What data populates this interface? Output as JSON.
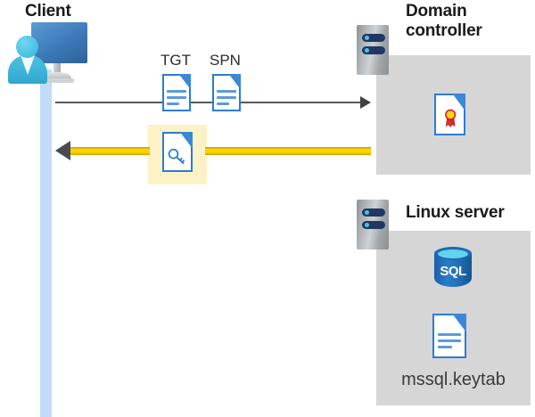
{
  "diagram": {
    "title_client": "Client",
    "title_domain_controller": "Domain controller",
    "title_linux_server": "Linux server",
    "colors": {
      "panel_gray": "#d6d6d6",
      "lifeline_blue": "#c2dcfa",
      "highlight_yellow": "#fdf2c6",
      "arrow_yellow": "#ffd400",
      "arrow_gray": "#58595b",
      "doc_blue": "#2b7cd3"
    }
  },
  "client": {
    "label": "Client",
    "icon": "user-workstation-icon"
  },
  "messages": {
    "request": {
      "direction": "client-to-domain-controller",
      "arrow": "gray-arrow-right",
      "artifacts": [
        {
          "label": "TGT",
          "icon": "document-icon"
        },
        {
          "label": "SPN",
          "icon": "document-icon"
        }
      ]
    },
    "response": {
      "direction": "domain-controller-to-client",
      "arrow": "yellow-arrow-left",
      "artifact": {
        "label": "",
        "icon": "key-document-icon",
        "highlighted": true
      }
    }
  },
  "domain_controller": {
    "title": "Domain controller",
    "server_icon": "server-rack-icon",
    "contents": [
      {
        "icon": "certificate-document-icon",
        "label": ""
      }
    ]
  },
  "linux_server": {
    "title": "Linux server",
    "server_icon": "server-rack-icon",
    "contents": [
      {
        "icon": "sql-database-icon",
        "label": "SQL"
      },
      {
        "icon": "document-icon",
        "label": "mssql.keytab"
      }
    ],
    "sql_label": "SQL",
    "keytab_label": "mssql.keytab"
  }
}
